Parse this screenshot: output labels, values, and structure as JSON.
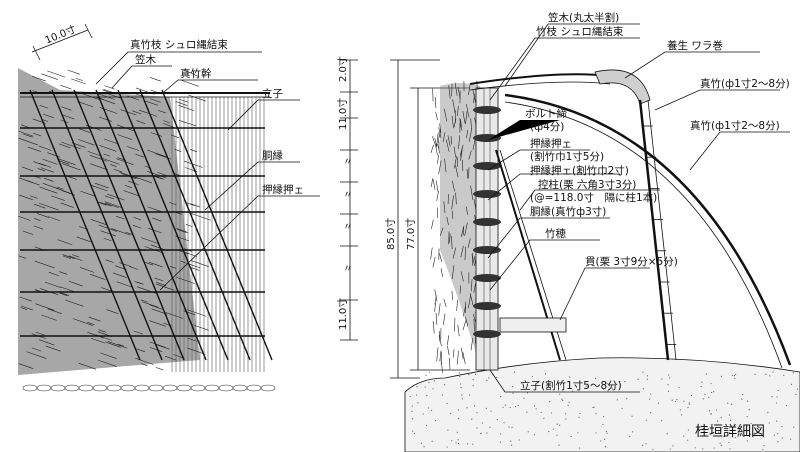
{
  "title": "桂垣詳細図",
  "left_elevation": {
    "dim_top": "10.0寸",
    "labels": {
      "bamboo_branch_bundle": "真竹枝 シュロ縄結束",
      "kasagi": "笠木",
      "bamboo_trunk": "真竹幹",
      "tateko": "立子",
      "dobuchi": "胴縁",
      "oshibuchi": "押縁押ェ"
    },
    "dims": [
      "2.0寸",
      "11.0寸",
      "〃",
      "〃",
      "〃",
      "〃",
      "11.0寸"
    ]
  },
  "right_section": {
    "labels": {
      "kasagi_detail": "笠木(丸太半割)",
      "branch_bundle": "竹枝 シュロ縄結束",
      "bolt": "ボルト締",
      "bolt_size": "(ф4分)",
      "oshibuchi_a": "押縁押ェ",
      "oshibuchi_a_size": "(割竹巾1寸5分)",
      "oshibuchi_b": "押縁押ェ(割竹巾2寸)",
      "hikae": "控柱(栗 六角3寸3分)",
      "hikae_note": "(@=118.0寸　隔に柱1本)",
      "dobuchi": "胴縁(真竹ф3寸)",
      "takeho": "竹穂",
      "nuki": "貫(栗 3寸9分×5分)",
      "tateko": "立子(割竹1寸5〜8分)",
      "yojo": "養生 ワラ巻",
      "madake1": "真竹(ф1寸2〜8分)",
      "madake2": "真竹(ф1寸2〜8分)"
    },
    "dim_outer": "85.0寸",
    "dim_inner": "77.0寸"
  }
}
